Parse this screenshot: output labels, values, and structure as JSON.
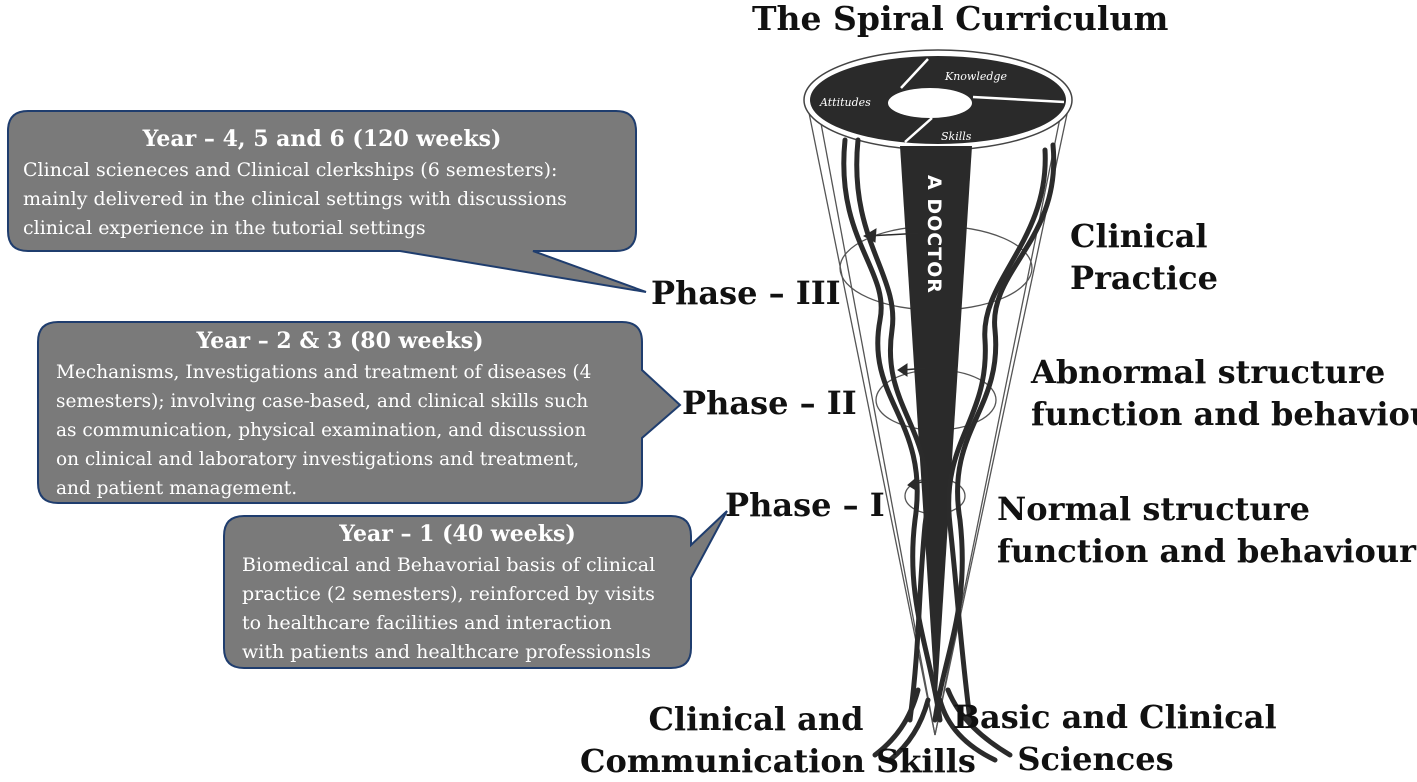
{
  "title": "The Spiral Curriculum",
  "cone": {
    "segments": [
      "Knowledge",
      "Attitudes",
      "Skills"
    ],
    "center_label": "A DOCTOR"
  },
  "right_labels": {
    "clinical_practice": [
      "Clinical",
      "Practice"
    ],
    "abnormal": [
      "Abnormal structure",
      "function and behaviour"
    ],
    "normal": [
      "Normal structure",
      "function and behaviour"
    ]
  },
  "phases": {
    "phase3": "Phase – III",
    "phase2": "Phase – II",
    "phase1": "Phase – I"
  },
  "boxes": {
    "year456": {
      "title": "Year – 4, 5 and 6 (120 weeks)",
      "lines": [
        "Clincal scieneces and Clinical clerkships (6 semesters):",
        "mainly delivered in the clinical settings with discussions",
        "clinical experience in the tutorial settings"
      ]
    },
    "year23": {
      "title": "Year – 2 & 3 (80 weeks)",
      "lines": [
        "Mechanisms, Investigations and treatment of diseases (4",
        "semesters); involving case-based, and clinical skills such",
        "as communication, physical examination, and discussion",
        "on clinical and laboratory investigations and treatment,",
        "and patient management."
      ]
    },
    "year1": {
      "title": "Year – 1 (40 weeks)",
      "lines": [
        "Biomedical and Behavorial basis of clinical",
        "practice (2 semesters), reinforced by visits",
        "to healthcare facilities and interaction",
        "with patients and healthcare professionsls"
      ]
    }
  },
  "bottom_labels": {
    "left": [
      "Clinical and",
      "Communication Skills"
    ],
    "right": [
      "Basic and Clinical",
      "Sciences"
    ]
  },
  "colors": {
    "box_fill": "#7a7a7a",
    "box_border": "#1f3d6e",
    "cone_dark": "#2a2a2a",
    "text": "#111111"
  }
}
